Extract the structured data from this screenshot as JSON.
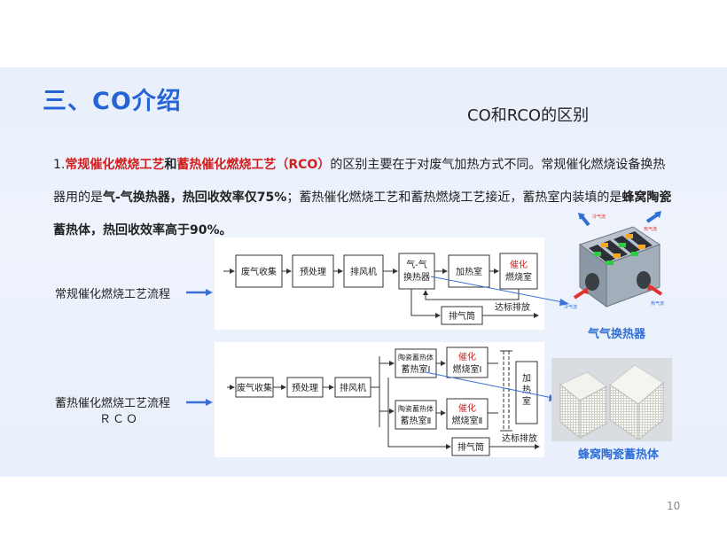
{
  "slide": {
    "title": "三、CO介绍",
    "subtitle": "CO和RCO的区别",
    "page_number": "10"
  },
  "paragraph": {
    "lead": "1.",
    "red1": "常规催化燃烧工艺",
    "and": "和",
    "red2": "蓄热催化燃烧工艺（RCO）",
    "t1": "的区别主要在于对废气加热方式不同。常规催化燃烧设备换热器用的是",
    "b1": "气-气换热器，热回收效率仅75%",
    "t2": "；蓄热催化燃烧工艺和蓄热燃烧工艺接近，蓄热室内装填的是",
    "b2": "蜂窝陶瓷蓄热体，热回收效率高于90%。"
  },
  "flow1": {
    "label": "常规催化燃烧工艺流程",
    "boxes": {
      "collect": "废气收集",
      "pre": "预处理",
      "fan": "排风机",
      "hx_line1": "气-气",
      "hx_line2": "换热器",
      "heater": "加热室",
      "cat_line1": "催化",
      "cat_line2": "燃烧室",
      "stack": "排气筒"
    },
    "emission": "达标排放"
  },
  "flow2": {
    "label_line1": "蓄热催化燃烧工艺流程",
    "label_line2": "ＲＣＯ",
    "boxes": {
      "collect": "废气收集",
      "pre": "预处理",
      "fan": "排风机",
      "regen1_line1": "陶瓷蓄热体",
      "regen1_line2": "蓄热室Ⅰ",
      "regen2_line1": "陶瓷蓄热体",
      "regen2_line2": "蓄热室Ⅱ",
      "cat1_line1": "催化",
      "cat1_line2": "燃烧室Ⅰ",
      "cat2_line1": "催化",
      "cat2_line2": "燃烧室Ⅱ",
      "heat_line1": "加",
      "heat_line2": "热",
      "heat_line3": "室",
      "stack": "排气筒"
    },
    "emission": "达标排放"
  },
  "images": {
    "hx_caption": "气气换热器",
    "hx_tags": {
      "cold_in": "冷气流",
      "hot_out": "热气流",
      "cold_out": "冷气流",
      "hot_in": "热气流"
    },
    "ceramic_caption": "蜂窝陶瓷蓄热体"
  },
  "colors": {
    "title_blue": "#2563d6",
    "emphasis_red": "#d01f1f",
    "caption_blue": "#2f6fd6",
    "arrow_blue": "#3b6fd8"
  }
}
